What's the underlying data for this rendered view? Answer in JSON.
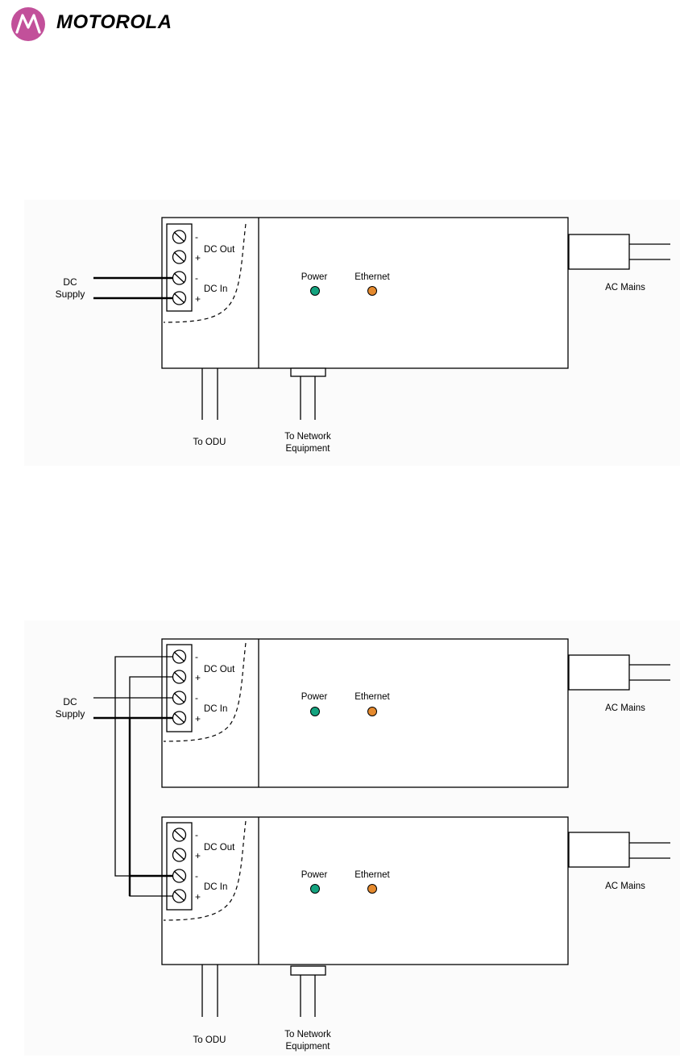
{
  "header": {
    "brand_name": "MOTOROLA",
    "brand_color": "#c2509a"
  },
  "colors": {
    "power_led": "#14a37f",
    "ethernet_led": "#e58a2e"
  },
  "diagram_1": {
    "terminals": [
      {
        "polarity": "-"
      },
      {
        "polarity": "+"
      },
      {
        "polarity": "-"
      },
      {
        "polarity": "+"
      }
    ],
    "labels": {
      "dc_out": "DC Out",
      "dc_in": "DC In",
      "dc_supply_line1": "DC",
      "dc_supply_line2": "Supply",
      "power": "Power",
      "ethernet": "Ethernet",
      "ac_mains": "AC Mains",
      "to_odu": "To ODU",
      "to_network_line1": "To Network",
      "to_network_line2": "Equipment"
    }
  },
  "diagram_2": {
    "unit_top": {
      "terminals": [
        {
          "polarity": "-"
        },
        {
          "polarity": "+"
        },
        {
          "polarity": "-"
        },
        {
          "polarity": "+"
        }
      ],
      "labels": {
        "dc_out": "DC Out",
        "dc_in": "DC In",
        "power": "Power",
        "ethernet": "Ethernet",
        "ac_mains": "AC Mains"
      }
    },
    "unit_bottom": {
      "terminals": [
        {
          "polarity": "-"
        },
        {
          "polarity": "+"
        },
        {
          "polarity": "-"
        },
        {
          "polarity": "+"
        }
      ],
      "labels": {
        "dc_out": "DC Out",
        "dc_in": "DC In",
        "power": "Power",
        "ethernet": "Ethernet",
        "ac_mains": "AC Mains"
      }
    },
    "labels": {
      "dc_supply_line1": "DC",
      "dc_supply_line2": "Supply",
      "to_odu": "To ODU",
      "to_network_line1": "To Network",
      "to_network_line2": "Equipment"
    }
  }
}
